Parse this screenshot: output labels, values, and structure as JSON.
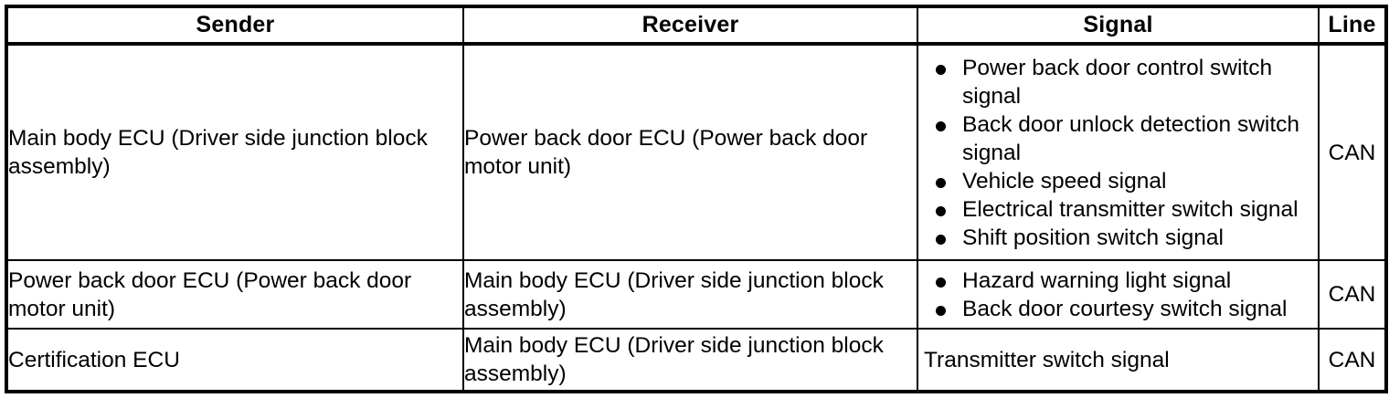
{
  "table": {
    "columns": [
      {
        "key": "sender",
        "label": "Sender"
      },
      {
        "key": "receiver",
        "label": "Receiver"
      },
      {
        "key": "signal",
        "label": "Signal"
      },
      {
        "key": "line",
        "label": "Line"
      }
    ],
    "rows": [
      {
        "sender": "Main body ECU (Driver side junction block assembly)",
        "receiver": "Power back door ECU (Power back door motor unit)",
        "signals": [
          "Power back door control switch signal",
          "Back door unlock detection switch signal",
          "Vehicle speed signal",
          "Electrical transmitter switch signal",
          "Shift position switch signal"
        ],
        "line": "CAN"
      },
      {
        "sender": "Power back door ECU (Power back door motor unit)",
        "receiver": "Main body ECU (Driver side junction block assembly)",
        "signals": [
          "Hazard warning light signal",
          "Back door courtesy switch signal"
        ],
        "line": "CAN"
      },
      {
        "sender": "Certification ECU",
        "receiver": "Main body ECU (Driver side junction block assembly)",
        "signals": [
          "Transmitter switch signal"
        ],
        "line": "CAN"
      }
    ]
  },
  "style": {
    "border_color": "#000000",
    "text_color": "#000000",
    "background": "#ffffff"
  }
}
